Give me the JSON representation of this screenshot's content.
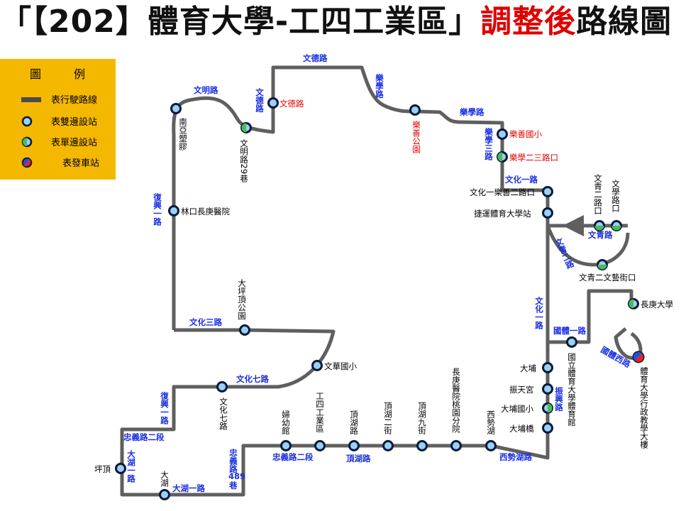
{
  "title": {
    "main": "「【202】體育大學-工四工業區」",
    "highlight": "調整後",
    "suffix": "路線圖"
  },
  "colors": {
    "route_line": "#5f5f5f",
    "station_fill": "#9bd0f6",
    "station_stroke": "#0a1a3a",
    "single_side_fill": "#4bbb5a",
    "start_fill": "#e02525",
    "road_label": "#1a2fe0",
    "highlight_label": "#e00000",
    "legend_bg": "#f5b800"
  },
  "legend": {
    "heading_left": "圖",
    "heading_right": "例",
    "items": [
      {
        "icon": "route-line-icon",
        "label": "表行駛路線"
      },
      {
        "icon": "double-side-stop-icon",
        "label": "表雙邊設站"
      },
      {
        "icon": "single-side-stop-icon",
        "label": "表單邊設站"
      },
      {
        "icon": "departure-stop-icon",
        "label": "表發車站"
      }
    ]
  },
  "stations": {
    "wenming_nanya": "南亞塑膠",
    "wende": "文德路",
    "wenming29": "文明路29巷",
    "leshan_park": "樂善公園",
    "leshan_elem": "樂善國小",
    "lexue_23": "樂學二三路口",
    "wenhua1_leshan2": "文化一樂善二路口",
    "mrt_ntsu": "捷運體育大學站",
    "wenqing2_lu": "文青二路口",
    "wenxue_lu": "文學路口",
    "wenqing2_wenyi": "文青二文藝街口",
    "cgu": "長庚大學",
    "linkou_cgmh": "林口長庚醫院",
    "dapingding_park": "大坪頂公園",
    "wenhua_elem": "文華國小",
    "wenhua7": "文化七路",
    "ntsu_gym": "國立體育大學體育館",
    "ntsu_admin": "體育大學行政教學大樓",
    "dapu": "大埔",
    "zhentiangong": "振天宮",
    "dapu_elem": "大埔國小",
    "dapu_bridge": "大埔橋",
    "xishihu": "西勢湖",
    "cgmh_taoyuan": "長庚醫院桃園分院",
    "dinghu9": "頂湖九街",
    "dinghu2": "頂湖二街",
    "dinghu_rd": "頂湖路",
    "gongsi": "工四工業區",
    "fuyou": "婦幼館",
    "pingding": "坪頂",
    "dahu": "大湖"
  },
  "roads": {
    "wende_top": "文德路",
    "wende_v": "文德路",
    "wenming": "文明路",
    "lexue_v": "樂學路",
    "lexue_h": "樂學路",
    "lexue3": "樂學三路",
    "wenhua1_top": "文化一路",
    "wenqing": "文青路",
    "wenqing2": "文青二路",
    "wenhua1_v": "文化一路",
    "guoti1": "國體一路",
    "guoti": "國體西路",
    "zhenxing": "振興路",
    "fuxing1": "復興一路",
    "fuxing1_lower": "復興一路",
    "wenhua3": "文化三路",
    "wenhua7_rd": "文化七路",
    "zhongyi2_left": "忠義路二段",
    "dahu1_v": "大湖一路",
    "dahu1_h": "大湖一路",
    "zhongyi489": "忠義路",
    "zhongyi489_num": "489",
    "zhongyi489_suffix": "巷",
    "zhongyi2_bottom": "忠義路二段",
    "dinghu_bottom": "頂湖路",
    "xishihu_rd": "西勢湖路"
  }
}
